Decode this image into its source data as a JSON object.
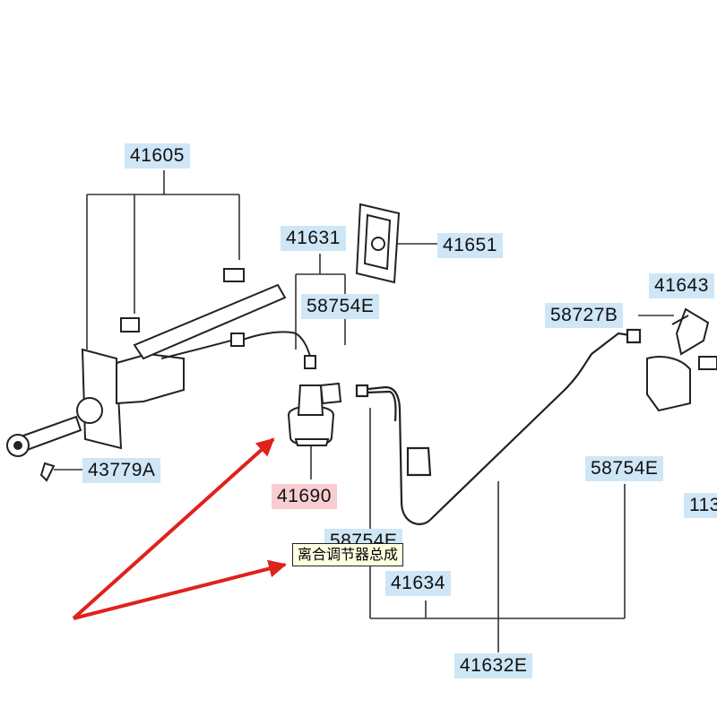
{
  "labels": {
    "master_cylinder": "41605",
    "hose_top": "41631",
    "gasket": "41651",
    "hose_clip_top": "58754E",
    "bracket_right": "41643",
    "clip_right_top": "58727B",
    "hose_clip_right": "58754E",
    "pin": "43779A",
    "clutch_damper": "41690",
    "hose_clip_lower": "58754E",
    "damper_tube": "41634",
    "pipe_assembly": "41632E",
    "partial_right": "113"
  },
  "tooltip": "离合调节器总成",
  "colors": {
    "label_bg": "#cfe6f6",
    "highlight_bg": "#f7cdd2",
    "arrow": "#e0211c",
    "line": "#333333",
    "tooltip_bg": "#ffffe1"
  }
}
